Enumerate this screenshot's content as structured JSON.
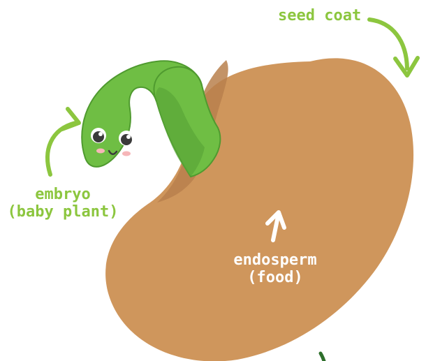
{
  "labels": {
    "seed_coat": "seed coat",
    "embryo_line1": "embryo",
    "embryo_line2": "(baby plant)",
    "endosperm_line1": "endosperm",
    "endosperm_line2": "(food)"
  },
  "colors": {
    "seed": "#cf965c",
    "seed_shadow": "#b8804d",
    "embryo_fill": "#6fbe44",
    "embryo_stroke": "#4f9a2f",
    "embryo_shade": "#58a537",
    "label_green": "#8cc63f",
    "label_white": "#ffffff",
    "cheek": "#f6b6b8"
  }
}
